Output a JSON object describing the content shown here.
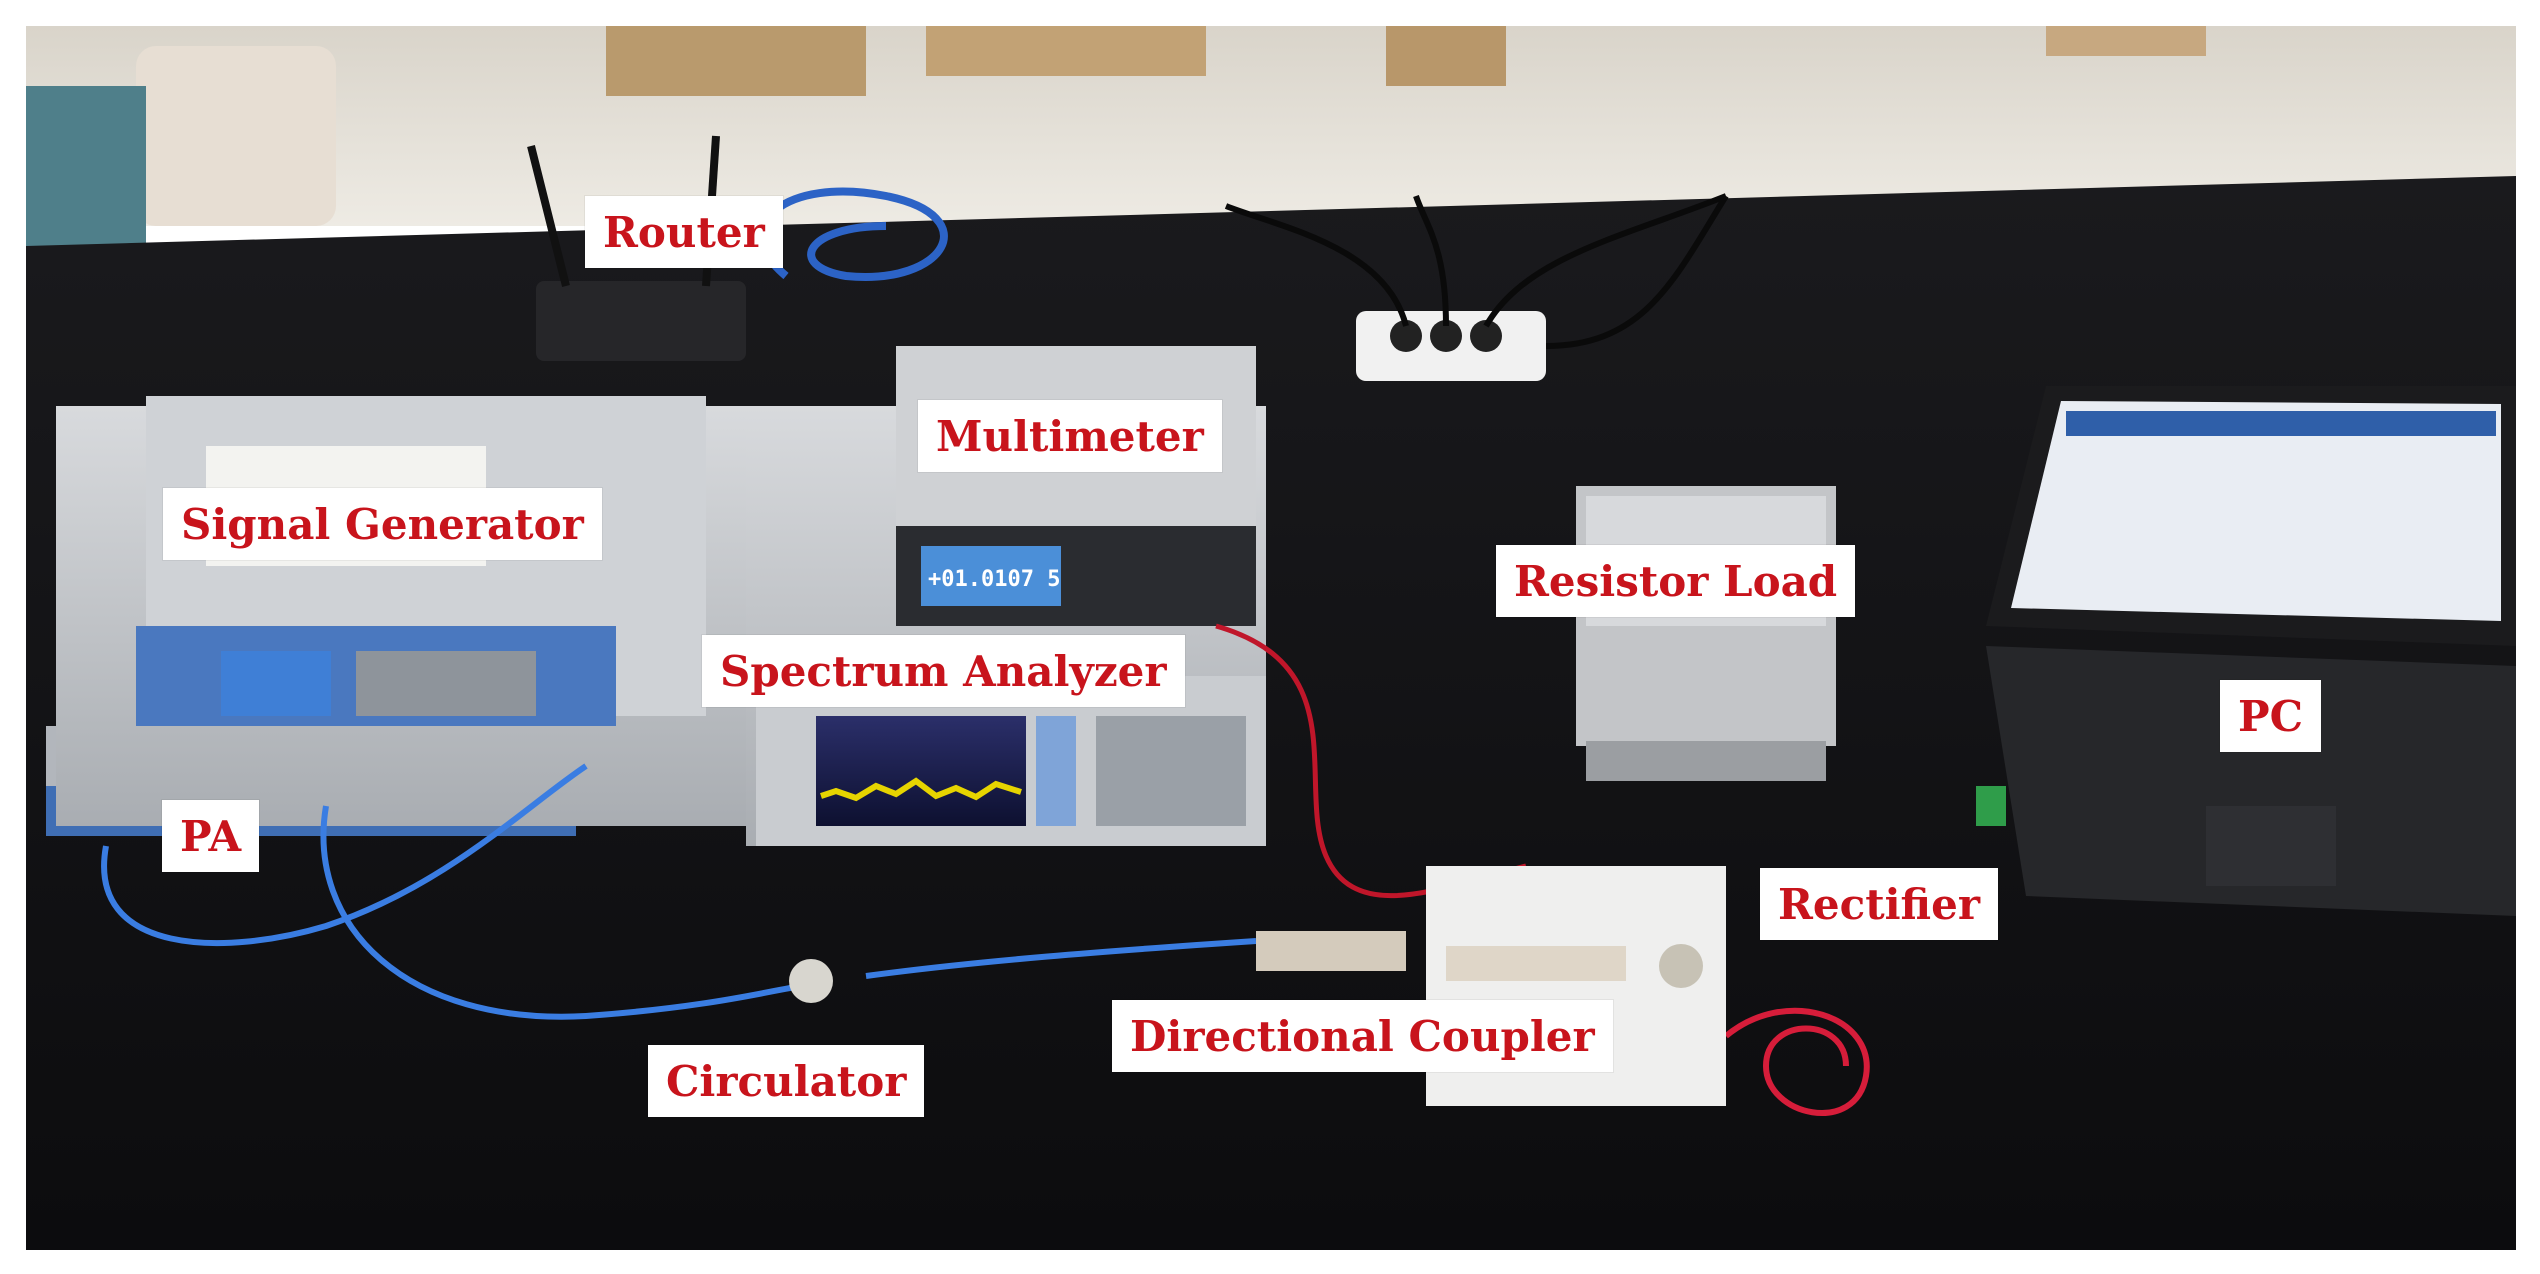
{
  "labels": {
    "router": "Router",
    "multimeter": "Multimeter",
    "signal_generator": "Signal Generator",
    "resistor_load": "Resistor Load",
    "spectrum_analyzer": "Spectrum Analyzer",
    "pc": "PC",
    "pa": "PA",
    "rectifier": "Rectifier",
    "directional_coupler": "Directional Coupler",
    "circulator": "Circulator"
  },
  "multimeter_display": "+01.0107 5",
  "colors": {
    "label_text": "#c8141c",
    "label_bg": "#ffffff",
    "bench": "#121214",
    "floor": "#e6e2da"
  }
}
